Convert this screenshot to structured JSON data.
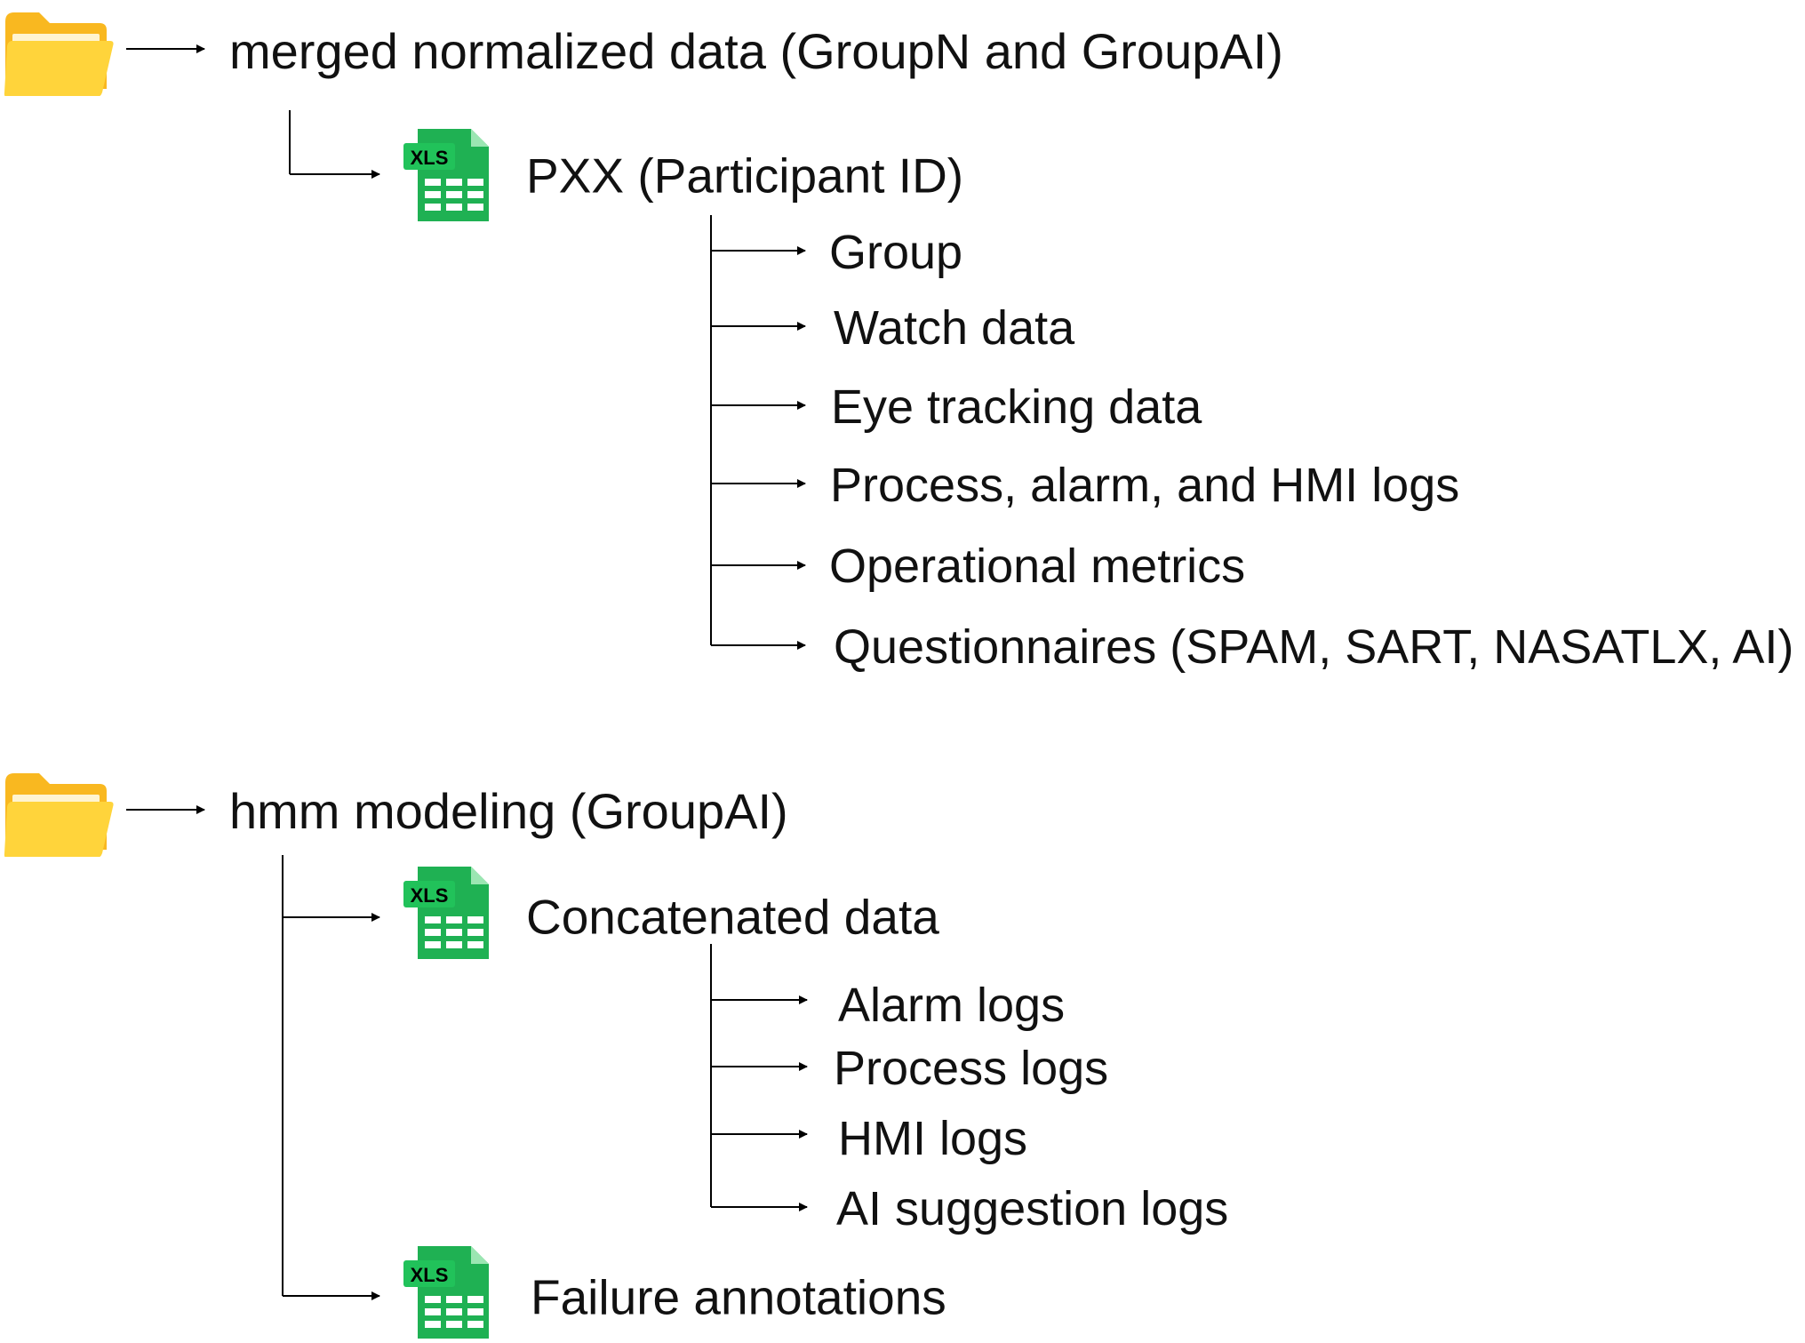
{
  "colors": {
    "folder_back": "#F9B820",
    "folder_front": "#FFD43B",
    "folder_paper": "#FFF4D0",
    "sheet": "#1FB153",
    "sheet_fold": "#9BE6B2",
    "sheet_badge": "#21C25A",
    "line": "#000000",
    "text": "#111111"
  },
  "icons": {
    "folder": "folder-icon",
    "spreadsheet": "xls-file-icon",
    "spreadsheet_badge": "XLS"
  },
  "tree": [
    {
      "label": "merged normalized data (GroupN and GroupAI)",
      "icon": "folder-icon",
      "children": [
        {
          "label": "PXX (Participant ID)",
          "icon": "xls-file-icon",
          "children": [
            "Group",
            "Watch data",
            "Eye tracking data",
            "Process, alarm, and HMI logs",
            "Operational metrics",
            "Questionnaires (SPAM, SART, NASATLX, AI)"
          ]
        }
      ]
    },
    {
      "label": "hmm modeling (GroupAI)",
      "icon": "folder-icon",
      "children": [
        {
          "label": "Concatenated data",
          "icon": "xls-file-icon",
          "children": [
            "Alarm logs",
            "Process logs",
            "HMI logs",
            "AI suggestion logs"
          ]
        },
        {
          "label": "Failure annotations",
          "icon": "xls-file-icon",
          "children": []
        }
      ]
    }
  ]
}
